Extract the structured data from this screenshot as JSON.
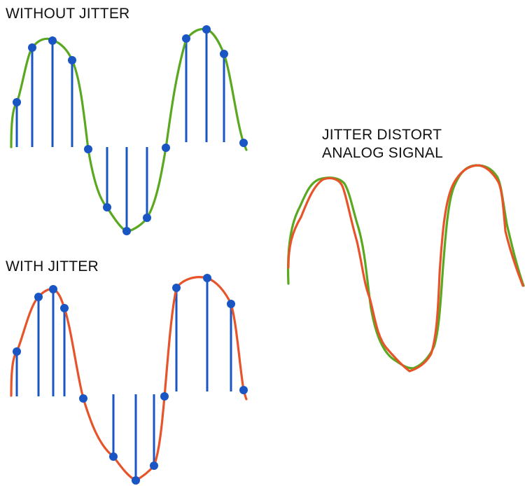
{
  "labels": {
    "without_jitter": "WITHOUT JITTER",
    "with_jitter": "WITH JITTER",
    "distort_line1": "JITTER DISTORT",
    "distort_line2": "ANALOG SIGNAL"
  },
  "colors": {
    "original_signal": "#5aa81f",
    "jittered_signal": "#e8542a",
    "sample": "#1a55c4",
    "text": "#111111"
  }
}
